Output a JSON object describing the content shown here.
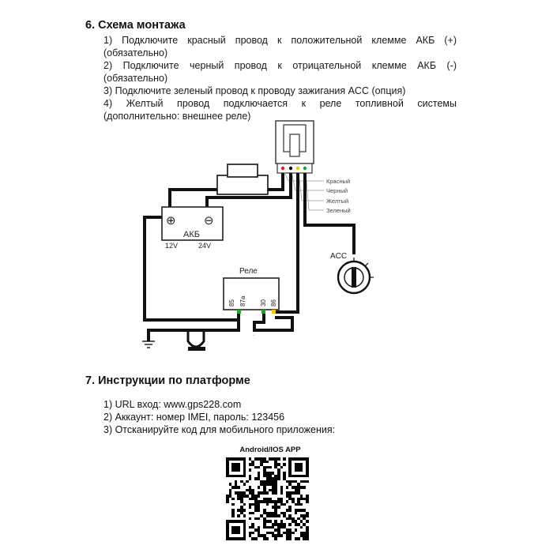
{
  "section6": {
    "title": "6. Схема монтажа",
    "step1_line1": "1) Подключите красный провод к положительной клемме АКБ (+)",
    "step1_line2": "(обязательно)",
    "step2_line1": "2) Подключите черный провод к отрицательной клемме АКБ (-)",
    "step2_line2": "(обязательно)",
    "step3": "3) Подключите зеленый провод к проводу зажигания ACC (опция)",
    "step4_line1": "4) Желтый провод подключается к реле топливной системы",
    "step4_line2": "(дополнительно: внешнее реле)"
  },
  "diagram": {
    "wires": [
      "Красный",
      "Черный",
      "Желтый",
      "Зеленый"
    ],
    "battery": {
      "label": "АКБ",
      "plus": "⊕",
      "minus": "⊖",
      "v12": "12V",
      "v24": "24V"
    },
    "relay": {
      "label": "Реле",
      "pin85": "85",
      "pin87a": "87a",
      "pin30": "30",
      "pin86": "86"
    },
    "acc": "ACC",
    "colors": {
      "red": "#e02020",
      "black": "#111111",
      "yellow": "#f2c500",
      "green": "#22a02a"
    }
  },
  "section7": {
    "title": "7. Инструкции по платформе",
    "item1": "1) URL вход: www.gps228.com",
    "item2": "2) Аккаунт: номер IMEI, пароль: 123456",
    "item3": "3) Отсканируйте код для мобильного приложения:"
  },
  "qr": {
    "title": "Android/IOS APP"
  }
}
